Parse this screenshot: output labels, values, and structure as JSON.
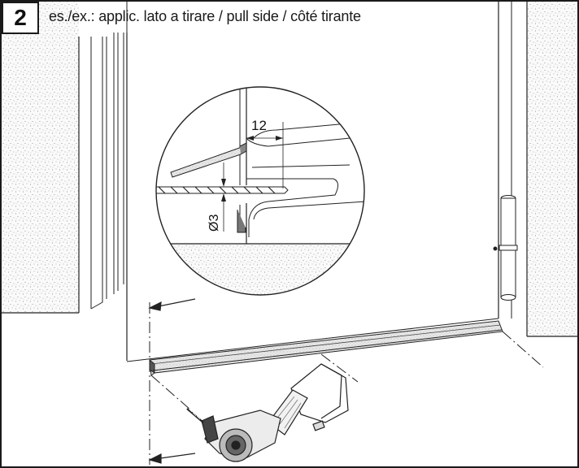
{
  "step": {
    "number": "2"
  },
  "caption": {
    "text": "es./ex.: applic. lato a tirare / pull side / côté tirante"
  },
  "detail": {
    "dimension_offset": "12",
    "dimension_drill": "Ø3"
  },
  "icons": [
    "drill-icon",
    "hinge-icon",
    "door-seal-profile",
    "wall-texture"
  ]
}
